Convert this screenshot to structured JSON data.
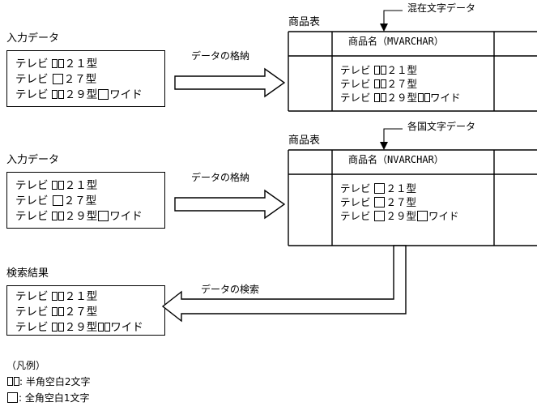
{
  "diagram": {
    "title_hidden": "",
    "sections": [
      {
        "id": "top",
        "input_label": "入力データ",
        "input_lines": [
          {
            "pre": "テレビ ",
            "blanks1": "hw2",
            "mid": "２１型",
            "blanks2": "",
            "post": ""
          },
          {
            "pre": "テレビ ",
            "blanks1": "fw1",
            "mid": "２７型",
            "blanks2": "",
            "post": ""
          },
          {
            "pre": "テレビ ",
            "blanks1": "hw2",
            "mid": "２９型",
            "blanks2": "fw1",
            "post": "ワイド"
          }
        ],
        "arrow_label": "データの格納",
        "table_label": "商品表",
        "callout_label": "混在文字データ",
        "column_header": "商品名（MVARCHAR）",
        "table_lines": [
          {
            "pre": "テレビ ",
            "blanks1": "hw2",
            "mid": "２１型",
            "blanks2": "",
            "post": ""
          },
          {
            "pre": "テレビ ",
            "blanks1": "hw2",
            "mid": "２７型",
            "blanks2": "",
            "post": ""
          },
          {
            "pre": "テレビ ",
            "blanks1": "hw2",
            "mid": "２９型",
            "blanks2": "hw2",
            "post": "ワイド"
          }
        ]
      },
      {
        "id": "middle",
        "input_label": "入力データ",
        "input_lines": [
          {
            "pre": "テレビ ",
            "blanks1": "hw2",
            "mid": "２１型",
            "blanks2": "",
            "post": ""
          },
          {
            "pre": "テレビ ",
            "blanks1": "fw1",
            "mid": "２７型",
            "blanks2": "",
            "post": ""
          },
          {
            "pre": "テレビ ",
            "blanks1": "hw2",
            "mid": "２９型",
            "blanks2": "fw1",
            "post": "ワイド"
          }
        ],
        "arrow_label": "データの格納",
        "table_label": "商品表",
        "callout_label": "各国文字データ",
        "column_header": "商品名（NVARCHAR）",
        "table_lines": [
          {
            "pre": "テレビ ",
            "blanks1": "fw1",
            "mid": "２１型",
            "blanks2": "",
            "post": ""
          },
          {
            "pre": "テレビ ",
            "blanks1": "fw1",
            "mid": "２７型",
            "blanks2": "",
            "post": ""
          },
          {
            "pre": "テレビ ",
            "blanks1": "fw1",
            "mid": "２９型",
            "blanks2": "fw1",
            "post": "ワイド"
          }
        ]
      },
      {
        "id": "bottom",
        "input_label": "検索結果",
        "input_lines": [
          {
            "pre": "テレビ ",
            "blanks1": "hw2",
            "mid": "２１型",
            "blanks2": "",
            "post": ""
          },
          {
            "pre": "テレビ ",
            "blanks1": "hw2",
            "mid": "２７型",
            "blanks2": "",
            "post": ""
          },
          {
            "pre": "テレビ ",
            "blanks1": "hw2",
            "mid": "２９型",
            "blanks2": "hw2",
            "post": "ワイド"
          }
        ],
        "arrow_label": "データの検索"
      }
    ],
    "legend": {
      "title": "（凡例）",
      "entries": [
        {
          "glyph": "hw2",
          "text": "半角空白2文字"
        },
        {
          "glyph": "fw1",
          "text": "全角空白1文字"
        }
      ]
    }
  },
  "colors": {
    "stroke": "#000000",
    "background": "#ffffff"
  }
}
